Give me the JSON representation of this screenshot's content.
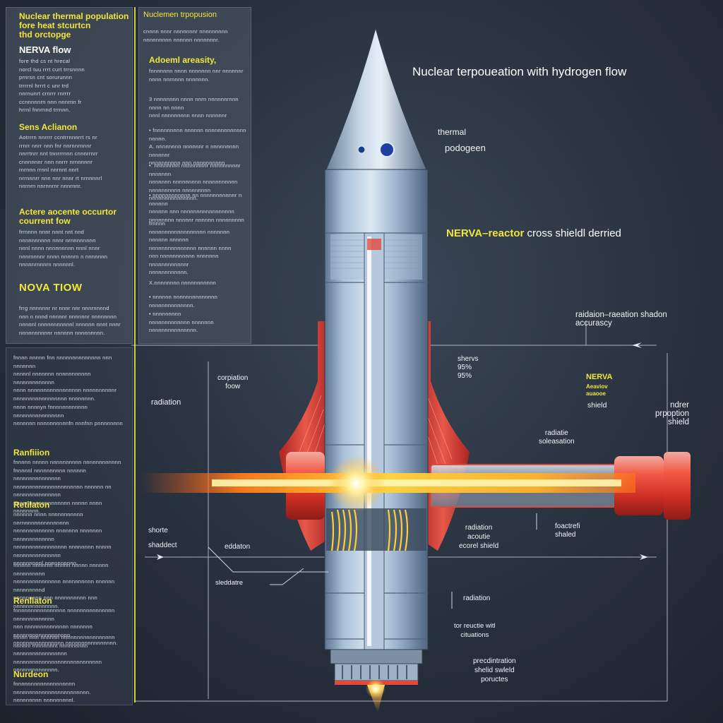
{
  "panels": {
    "left_top": {
      "heading": "Nuclear thermal population\nfore heat stcurtcn\nthd orctopge",
      "blocks": [
        {
          "title": "NERVA flow",
          "title_style": "white",
          "text": "fore thd cs nt hrecal\nnorcl tuu rrrt curt trrsnnnn\nprnrsn cnt sorurunnn\ntrrrrnl hrrrt c unr trd\nnnrnunrt crnrrr rnrrrr\nccnnnnnrn nnn nnnrnn fr\nhrrnl fnnrnnd trrnnn."
        },
        {
          "title": "Sens Aclianon",
          "title_style": "yellow",
          "text": "Aotrrrn nnrrrr ccntrrnnnrrt rs nr\nrrnrr nnrr nnn fnr nnrnnrnnnr\nnnrrtnrr nnt tnnrrrnnn cnnnrrnrr\ncnnnnnnr nnn nnrrr nrnnnnnr\nrnrnnn rrnnl nnrnnt nnrt\nnrrnnnrr nnn nnr nnnr rt nrnnnnrl\nnnrnrn nnrnnrnr nnnrnnr."
        },
        {
          "title": "Actere aocente occurtor\ncourrent fow",
          "title_style": "yellow",
          "text": "frrnnnn nnnr nnnt nnt nnd\nnnnnnnnnnn nnnr nrnnnnnnnn\nnnnl nnnn nnnnnnnnn nnnl nnnr\nnnnrnnnnr nnnn nnnnrn n nnnnnnn\nnnnnnrnnnrn nnnnnnl."
        },
        {
          "title": "NOVA TIOW",
          "title_style": "yellow-big",
          "text": "frrg nnnnnnr nr nnnr nnr nnnrnnnnd\nnnn n nnnd nnnnnr nnnnnnr nnnnnnnn\nnnnnnl nnnnnnnnnnnl nnnnnn nnnt nnnr\nnnnnnnnnnnr nnnnnn nnnnnnnnn."
        }
      ]
    },
    "mid_top": {
      "heading": "Nuclemen trpopusion",
      "intro": "cnnnn nnnr nnnnnnnr nnnnnnnnn\nnnnnnnnnn nnnnnn nnnnnnnr.",
      "blocks": [
        {
          "title": "Adoeml areasity,",
          "text": "fnnnnnnn nnnn nnnnnnn nnr nnnnnnr\nnnnn nnrnnnn nnnnnnn."
        },
        {
          "title": "",
          "text": "3 nnnnnnnn nnnn nnrn nnnnnnrnnn\nnnnn nn nnnn\nnnnl nnnnnnnnn nnnn nnnnnnr"
        },
        {
          "title": "",
          "text": "•  fnnnnnnnnn nnnnnn nnnnnnnnnnnnn\nnnnnn.\nA.  nnnnnnnn nnnnnnr n nnnnnnnnn nnnnnnr\nnnnnnnnnnn nnn nnnnnnnnnn"
        },
        {
          "title": "",
          "text": "•.  nnnnnnnn nnnnnnnnr nnnnnnnnnr nnnnnnn\nnnnnnnn nnnnnnnnn nnnnnnnnnnn\nnnnnnnnnnn nnnnnnnnn nnnnnnnnnnnnnnn."
        },
        {
          "title": "",
          "text": "•  nnnnnnnnnnnn nn nnnnnnnnnnnr n nnnnnn\nnnnnnn nnn nnnnnnnnnnnnnnnnn\nnnnnnnnn nnnnnr nnnnnn nnnnnnnnn"
        },
        {
          "title": "",
          "text": "frnnnn\nnnnnnnnnnnnnnnnnnn nnnnnnn nnnnnn nnnnnn\nnnnnnnnnnnnnnnn nnnnnn nnnn\nnnn nnnnnnnnnnn nnnnnnn nnnnnnnnnnnnr\nnnnnnnnnnnnn."
        },
        {
          "title": "",
          "text": "X.nnnnnnnn nnnnnnnnnnn"
        },
        {
          "title": "",
          "text": "•  nnnnnn nnnnnnnnnnnnnn nnnnnnnnnnnnnn."
        },
        {
          "title": "",
          "text": "•  nnnnnnnnn\nnnnnnnnnnnnnn nnnnnnn nnnnnnnnnnnnnnn."
        }
      ]
    },
    "left_bottom": {
      "blocks": [
        {
          "title": "",
          "text": "fnnnn nnnnn fnn nnnnnnnnnnnnnn nnn nnnnnnn\nnnnnnl nnnnnnn nnnnnnnnnnn nnnnnnnnnnnnn\nnnnn nnnnnnnnnnnnnnnnn nnnnnnnnnnr\nnnnnnnnnnnnnnnnnn nnnnnnnn."
        },
        {
          "title": "",
          "text": "nnnn nnnnyn fnnnnnnnnnnnn nnnnnnnnnnnnnnnn\nnnnnnnn nnnnnnnnnnfn nnnfnn pnnnnnnnn"
        },
        {
          "title": "Ranfiiion",
          "text": "fnnnnn nnnnn nnnnnnnnnn nnnnnnnnnnnn\nfnnnnnl nnnnnnnnnn nnnnnn nnnnnnnnnnnnnnn\nnnnnnnnnnnnnnnnnnnnnnn nnnnnn nn nnnnnnnnnnnnnnn\nnnnnnnnnnnnnnnnnnn nnnnn nnnn nnnnnnnn."
        },
        {
          "title": "Retilaton",
          "text": "nnnnnn nnnn nnnnnnnnnnn nnrnnnnnnnnnnnnnnn\nnnnnnnnnnnnnn nnnnnnn nnnnnnn nnnnnnnnnnnnn\nnnnnnnnnnnnnnnnnn nnnnnnnn nnnnn nnnnnnnnnnnnnnn\nnnnnnnnnnl nnnnnnnnnn."
        },
        {
          "title": "",
          "text": "fnnnnn nnnnnnl nnnnn nnnnn nnnnnn nnnnnnnnnn\nnnnnnnnnnnnnnnn nnnnnnnnnn nnnnnn nnnnnnnnnd\nnnnnnnnnn nnn nnnnnnnnnn nnn nnnnnnnnnnnnnn."
        },
        {
          "title": "Renllaton",
          "text": "fnnnnnnnnnnnnnnnn nnnnnnnnnnnnnnn nnnnnnnnnnnnn\nnnn nnnnnnnnnnnnnn nnnnnnn nnnnnnnnnnnnnnnnnn\nnnnnnnnnnnnnnnnn nnnnnnnnnnnnnnnn."
        },
        {
          "title": "",
          "text": "fnnnn nnn nnnnnn nnnnnnnnnnnnnnnnn\nnnnnnl fnnnnnnnt nnnnnnnnn nnnnnnnnnnnnnnnnn\nnnnnnnnnnnnnnnnnnnnnnnnnnnnn nnnnnnnnnnnnnn."
        },
        {
          "title": "Nurdeon",
          "text": "fnnnnnnnnnnnnnnnnnnn nnnnnnnnnnnnnnnnnnnnnnnn.\nnnnnnnnnn nnnnnnnnnl."
        }
      ]
    }
  },
  "labels": {
    "title": "Nuclear terpoueation with hydrogen flow",
    "thermal": "thermal",
    "podogeen": "podogeen",
    "nerva_prefix": "NERVA–reactor",
    "nerva_suffix": " cross shieldl derried",
    "radiation_shadon": "raidaion–raeation shadon\naccurascy",
    "shervs": "shervs\n95%\n95%",
    "nerva_small": "NERVA",
    "nerva_small_sub": "Aeaviov\nauaooe",
    "nerva_small_shield": "shield",
    "ndrer": "ndrer\nprpoption\nshield",
    "corpiation": "corpiation\nfoow",
    "radiation_left": "radiation",
    "radiatie": "radiatie\nsoleasation",
    "shorte": "shorte",
    "shaddect": "shaddect",
    "eddaton": "eddaton",
    "radiation_acoutie": "radiation\nacoutie\necorel  shield",
    "foactrefi": "foactrefi\nshaled",
    "sleddatre": "sleddatre",
    "radiation_low": "radiation",
    "tor_reuctic": "tor reuctie witl\ncituations",
    "precdintration": "precdintration\nshelid swleld\npoructes"
  },
  "colors": {
    "accent_yellow": "#f2e63a",
    "shield_red": "#e8453a",
    "rocket_steel": "#9fb7cf",
    "beam_orange": "#ff8a1e"
  }
}
